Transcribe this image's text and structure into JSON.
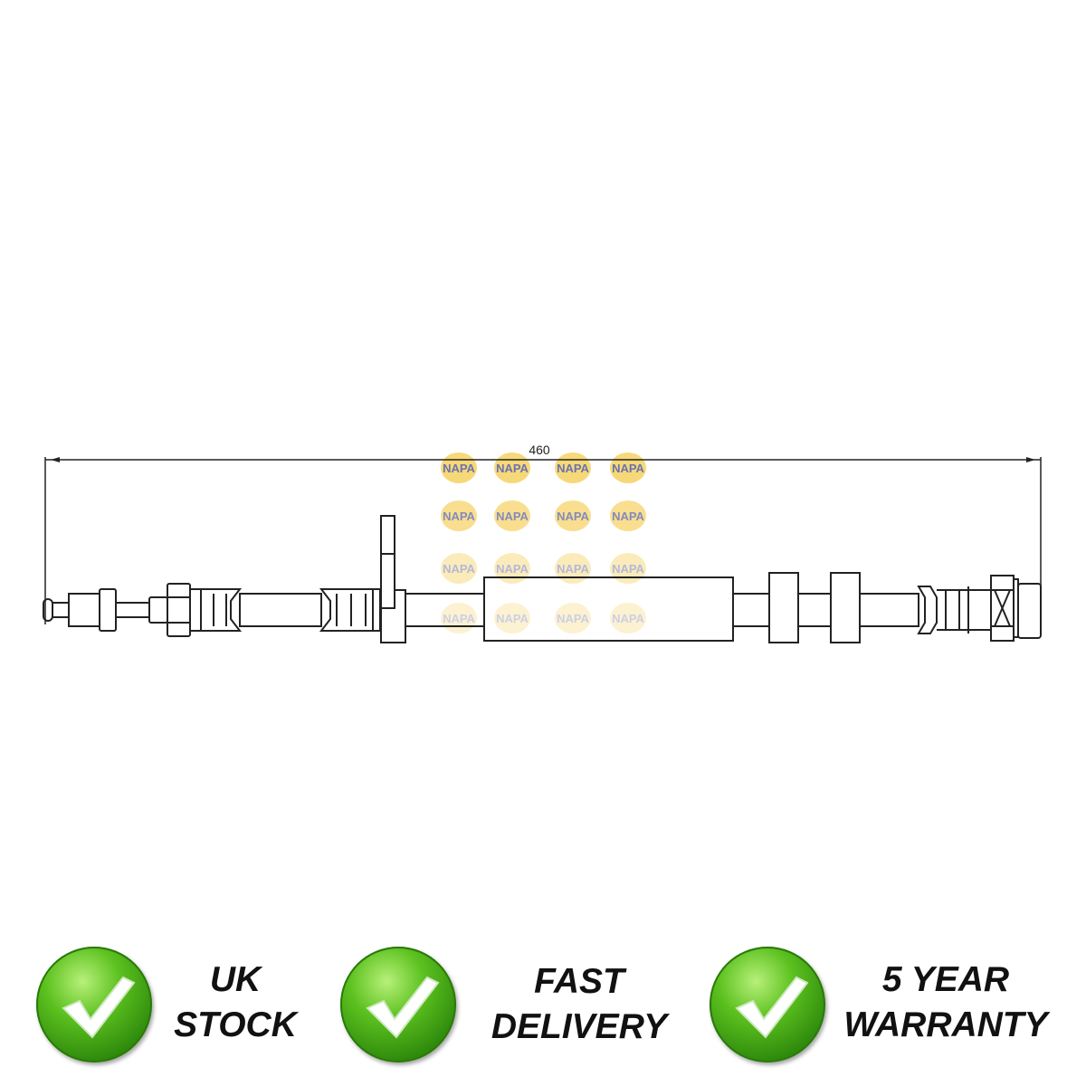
{
  "diagram": {
    "dimension_label": "460",
    "watermark_text": "NAPA"
  },
  "badges": [
    {
      "icon": "check-icon",
      "line1": "UK",
      "line2": "STOCK"
    },
    {
      "icon": "check-icon",
      "line1": "FAST",
      "line2": "DELIVERY"
    },
    {
      "icon": "check-icon",
      "line1": "5 YEAR",
      "line2": "WARRANTY"
    }
  ],
  "colors": {
    "badge_green": "#3fa012",
    "watermark_yellow": "#f7d46a",
    "watermark_blue": "#5a64a8"
  }
}
